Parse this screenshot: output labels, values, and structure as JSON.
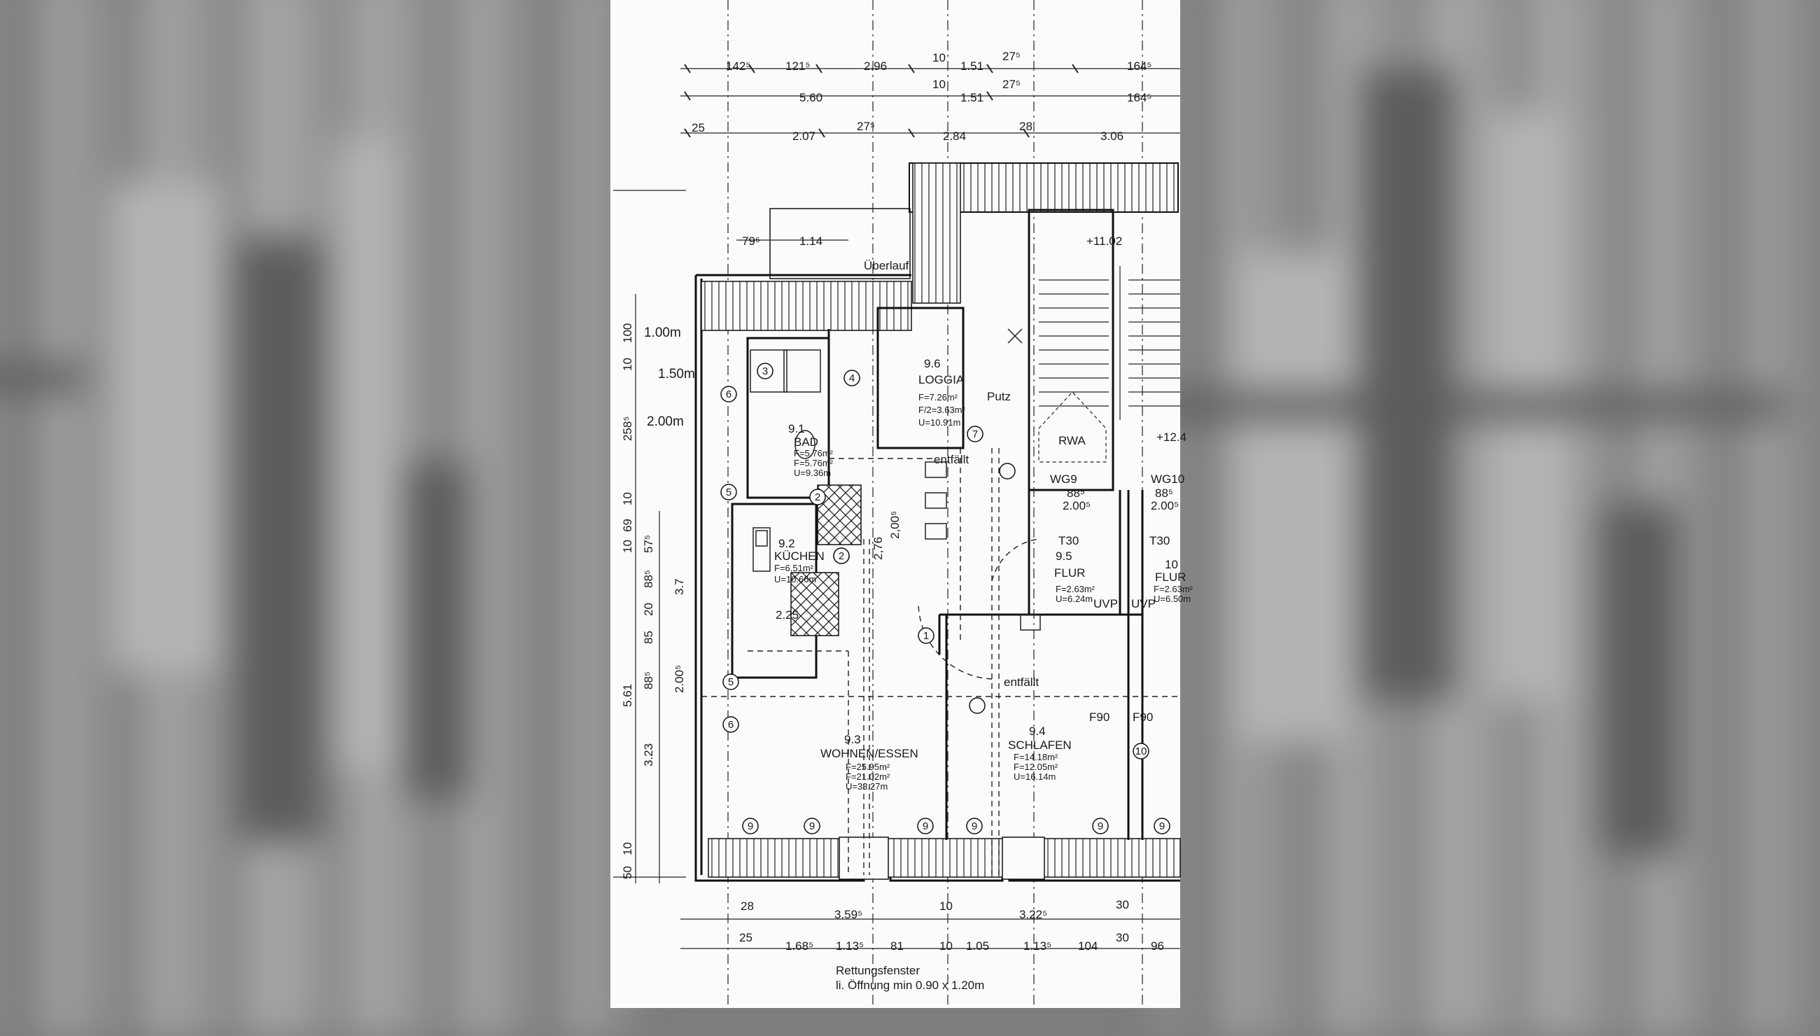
{
  "dims": {
    "top1": [
      "142⁵",
      "121⁵",
      "2.96",
      "10",
      "1.51",
      "27⁵",
      "164⁵"
    ],
    "top2": [
      "5.60",
      "10",
      "1.51",
      "27⁵",
      "164⁵"
    ],
    "top3": [
      "25",
      "2.07",
      "27⁵",
      "2.84",
      "28",
      "3.06"
    ],
    "top4": [
      "79⁵",
      "1.14"
    ],
    "left_heights": [
      "1.00m",
      "1.50m",
      "2.00m"
    ],
    "left_v": [
      "100",
      "10",
      "258⁵",
      "10",
      "69",
      "10",
      "57⁵",
      "3.7",
      "88⁵",
      "85",
      "20",
      "88⁵",
      "2.00⁵",
      "5.61",
      "3.23",
      "10",
      "50"
    ],
    "bottom1": [
      "28",
      "3.59⁵",
      "10",
      "3.22⁵",
      "30"
    ],
    "bottom2": [
      "25",
      "1.68⁵",
      "1.13⁵",
      "81",
      "10",
      "1.05",
      "1.13⁵",
      "104",
      "30",
      "96"
    ]
  },
  "labels": {
    "ueberlauf": "Überlauf",
    "level_1": "+11.02",
    "level_2": "+12.4",
    "rwa": "RWA",
    "putz": "Putz",
    "entfaellt_1": "entfällt",
    "entfaellt_2": "entfällt",
    "t30_1": "T30",
    "t30_2": "T30",
    "wg9": "WG9",
    "wg9_dims": "88⁵",
    "wg9_h": "2.00⁵",
    "wg10": "WG10",
    "wg10_dims": "88⁵",
    "wg10_h": "2.00⁵",
    "uvp_1": "UVP",
    "uvp_2": "UVP",
    "f90_1": "F90",
    "f90_2": "F90",
    "k225": "2.25",
    "v276": "2,76",
    "v200": "2,00⁵",
    "rettung_1": "Rettungsfenster",
    "rettung_2": "li. Öffnung min 0.90 x 1.20m"
  },
  "rooms": {
    "loggia": {
      "num": "9.6",
      "name": "LOGGIA",
      "f1": "F=7.26m²",
      "f2": "F/2=3.63m²",
      "u": "U=10.91m"
    },
    "bad": {
      "num": "9.1",
      "name": "BAD",
      "f1": "F=5.76m²",
      "f2": "F=5.76m²",
      "u": "U=9.36m"
    },
    "kuechen": {
      "num": "9.2",
      "name": "KÜCHEN",
      "f1": "F=6.51m²",
      "u": "U=10.66m"
    },
    "flur1": {
      "num": "9.5",
      "name": "FLUR",
      "f1": "F=2.63m²",
      "u": "U=6.24m"
    },
    "flur2": {
      "num": "10",
      "name": "FLUR",
      "f1": "F=2.63m²",
      "u": "U=6.50m"
    },
    "wohnen": {
      "num": "9.3",
      "name": "WOHNEN/ESSEN",
      "f1": "F=25.95m²",
      "f2": "F=21.02m²",
      "u": "U=33.27m"
    },
    "schlafen": {
      "num": "9.4",
      "name": "SCHLAFEN",
      "f1": "F=14.18m²",
      "f2": "F=12.05m²",
      "u": "U=16.14m"
    }
  },
  "circled": [
    "1",
    "2",
    "3",
    "4",
    "5",
    "6",
    "7",
    "9",
    "10"
  ]
}
